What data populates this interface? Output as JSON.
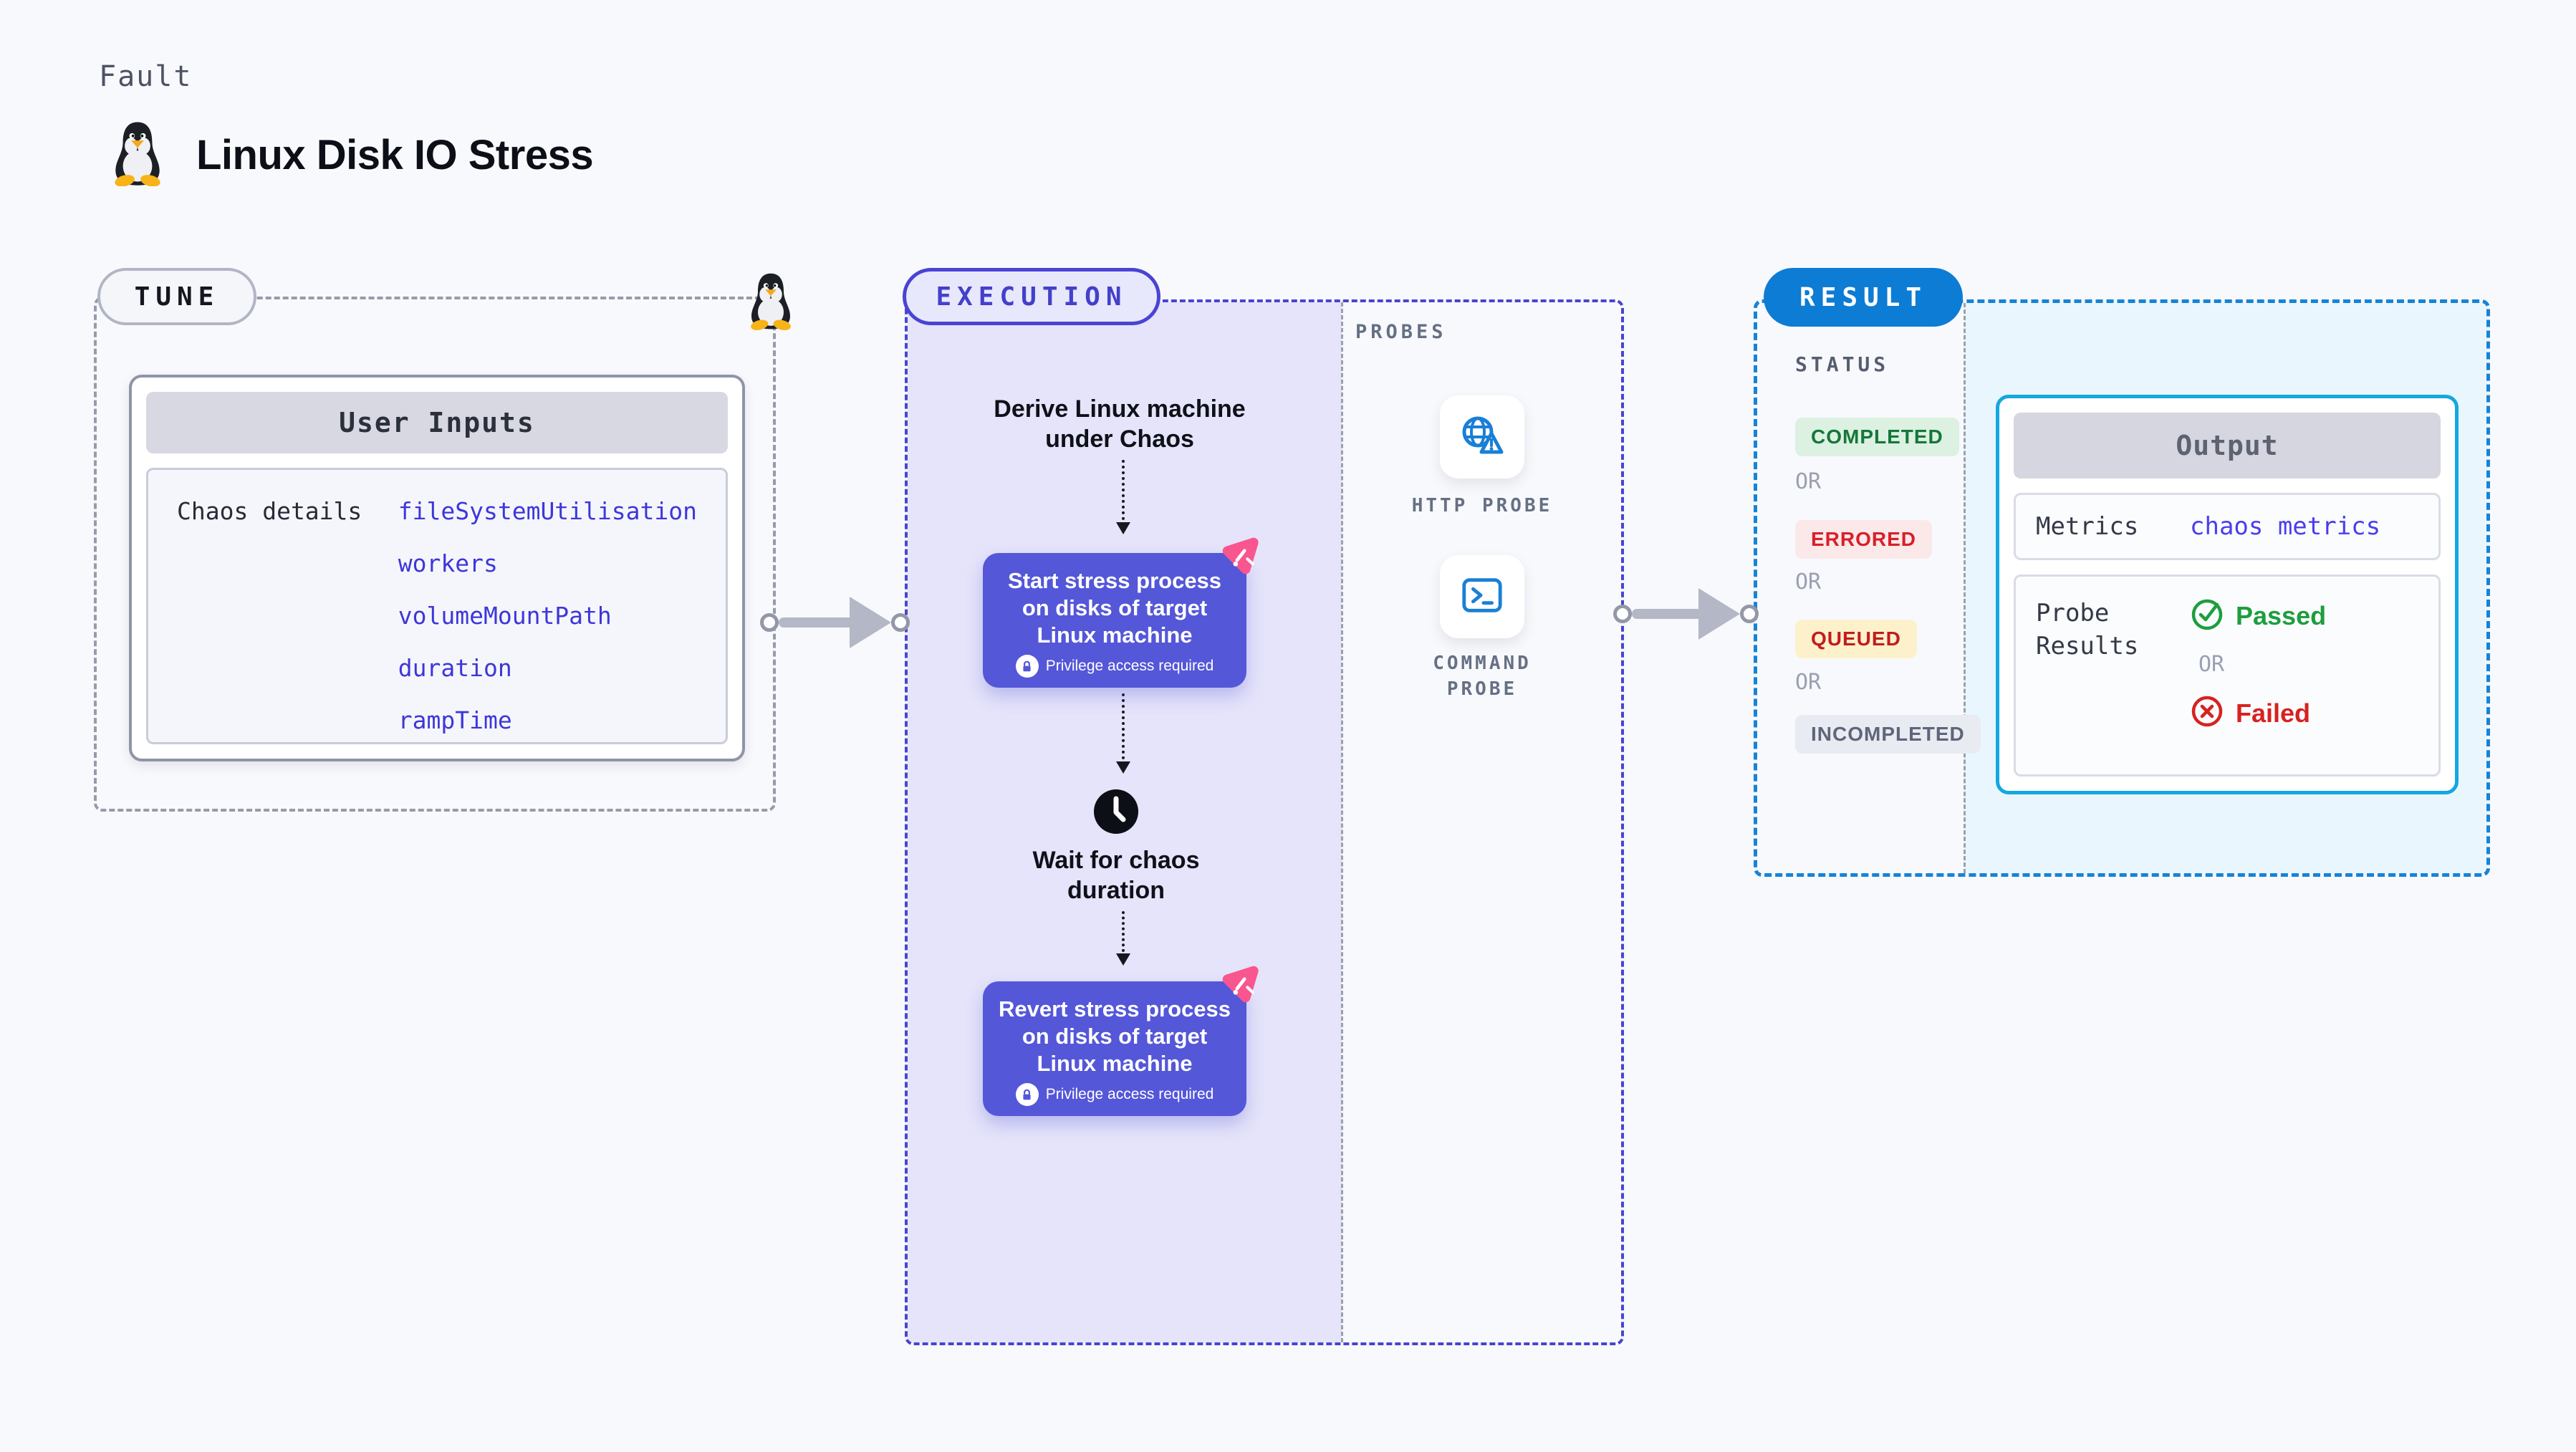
{
  "header": {
    "kicker": "Fault",
    "title": "Linux Disk IO Stress"
  },
  "tune": {
    "pill": "TUNE",
    "user_inputs": {
      "header": "User Inputs",
      "row_label": "Chaos details",
      "values": [
        "fileSystemUtilisation",
        "workers",
        "volumeMountPath",
        "duration",
        "rampTime"
      ]
    }
  },
  "execution": {
    "pill": "EXECUTION",
    "step_derive": "Derive Linux machine under Chaos",
    "task_start": "Start stress process on disks of target Linux machine",
    "step_wait": "Wait for chaos duration",
    "task_revert": "Revert stress process on disks of target Linux machine",
    "privilege_note": "Privilege access required"
  },
  "probes": {
    "label": "PROBES",
    "items": [
      {
        "name": "HTTP PROBE",
        "icon": "globe-alert-icon"
      },
      {
        "name": "COMMAND PROBE",
        "icon": "terminal-icon"
      }
    ]
  },
  "result": {
    "pill": "RESULT",
    "status_label": "STATUS",
    "or_label": "OR",
    "statuses": [
      {
        "label": "COMPLETED",
        "text_color": "#15773a",
        "bg_color": "#dcf1e1"
      },
      {
        "label": "ERRORED",
        "text_color": "#d7202a",
        "bg_color": "#fbe9ea"
      },
      {
        "label": "QUEUED",
        "text_color": "#c11d1d",
        "bg_color": "#fdf1cb"
      },
      {
        "label": "INCOMPLETED",
        "text_color": "#5f657a",
        "bg_color": "#e9ebf2"
      }
    ],
    "output": {
      "header": "Output",
      "metrics_label": "Metrics",
      "metrics_value": "chaos metrics",
      "probe_results_label": "Probe Results",
      "passed_label": "Passed",
      "failed_label": "Failed",
      "or_label": "OR"
    }
  },
  "colors": {
    "accent_indigo": "#4944d2",
    "task_purple": "#5457d8",
    "spark_pink": "#f9558e",
    "probe_blue": "#1a7fd6",
    "result_blue": "#0c7cd5",
    "output_border_cyan": "#14a7e0",
    "value_blue": "#3d36da",
    "passed_green": "#1d9e3e",
    "failed_red": "#d7221f"
  }
}
